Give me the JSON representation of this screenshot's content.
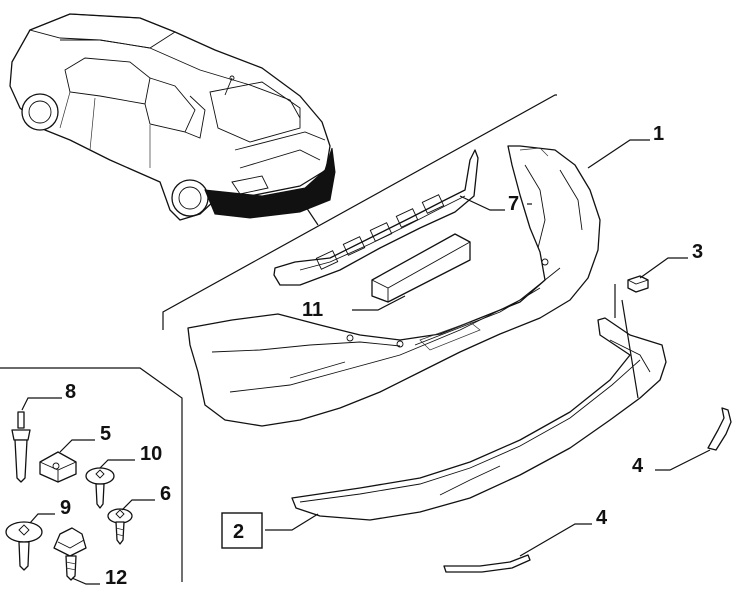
{
  "diagram": {
    "callouts": [
      {
        "key": "p1",
        "label": "1"
      },
      {
        "key": "p2",
        "label": "2"
      },
      {
        "key": "p3",
        "label": "3"
      },
      {
        "key": "p4a",
        "label": "4"
      },
      {
        "key": "p4b",
        "label": "4"
      },
      {
        "key": "p5",
        "label": "5"
      },
      {
        "key": "p6",
        "label": "6"
      },
      {
        "key": "p7",
        "label": "7"
      },
      {
        "key": "p8",
        "label": "8"
      },
      {
        "key": "p9",
        "label": "9"
      },
      {
        "key": "p10",
        "label": "10"
      },
      {
        "key": "p11",
        "label": "11"
      },
      {
        "key": "p12",
        "label": "12"
      }
    ],
    "highlight_color": "#111111",
    "line_color": "#111111"
  }
}
